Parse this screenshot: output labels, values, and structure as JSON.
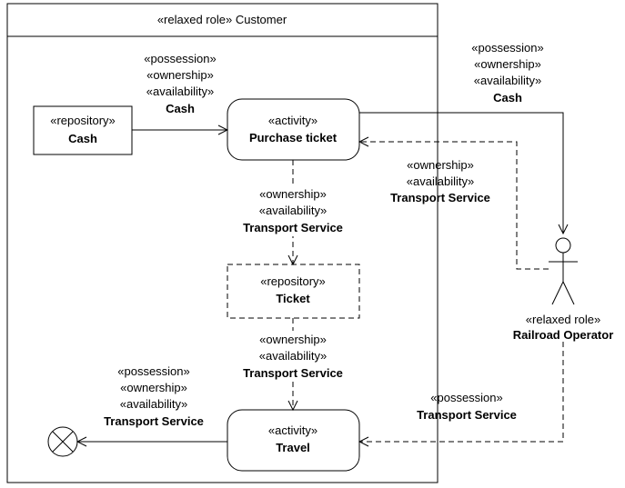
{
  "customer": {
    "stereotype": "«relaxed role»",
    "name": "Customer"
  },
  "cash_repository": {
    "stereotype": "«repository»",
    "name": "Cash"
  },
  "purchase_activity": {
    "stereotype": "«activity»",
    "name": "Purchase ticket"
  },
  "ticket_repository": {
    "stereotype": "«repository»",
    "name": "Ticket"
  },
  "travel_activity": {
    "stereotype": "«activity»",
    "name": "Travel"
  },
  "railroad_operator": {
    "stereotype": "«relaxed role»",
    "name": "Railroad Operator"
  },
  "flows": {
    "cash_to_purchase": {
      "s1": "«possession»",
      "s2": "«ownership»",
      "s3": "«availability»",
      "name": "Cash"
    },
    "purchase_to_operator": {
      "s1": "«possession»",
      "s2": "«ownership»",
      "s3": "«availability»",
      "name": "Cash"
    },
    "operator_to_purchase": {
      "s1": "«ownership»",
      "s2": "«availability»",
      "name": "Transport Service"
    },
    "purchase_to_ticket": {
      "s1": "«ownership»",
      "s2": "«availability»",
      "name": "Transport Service"
    },
    "ticket_to_travel": {
      "s1": "«ownership»",
      "s2": "«availability»",
      "name": "Transport Service"
    },
    "operator_to_travel": {
      "s1": "«possession»",
      "name": "Transport Service"
    },
    "travel_to_end": {
      "s1": "«possession»",
      "s2": "«ownership»",
      "s3": "«availability»",
      "name": "Transport Service"
    }
  }
}
